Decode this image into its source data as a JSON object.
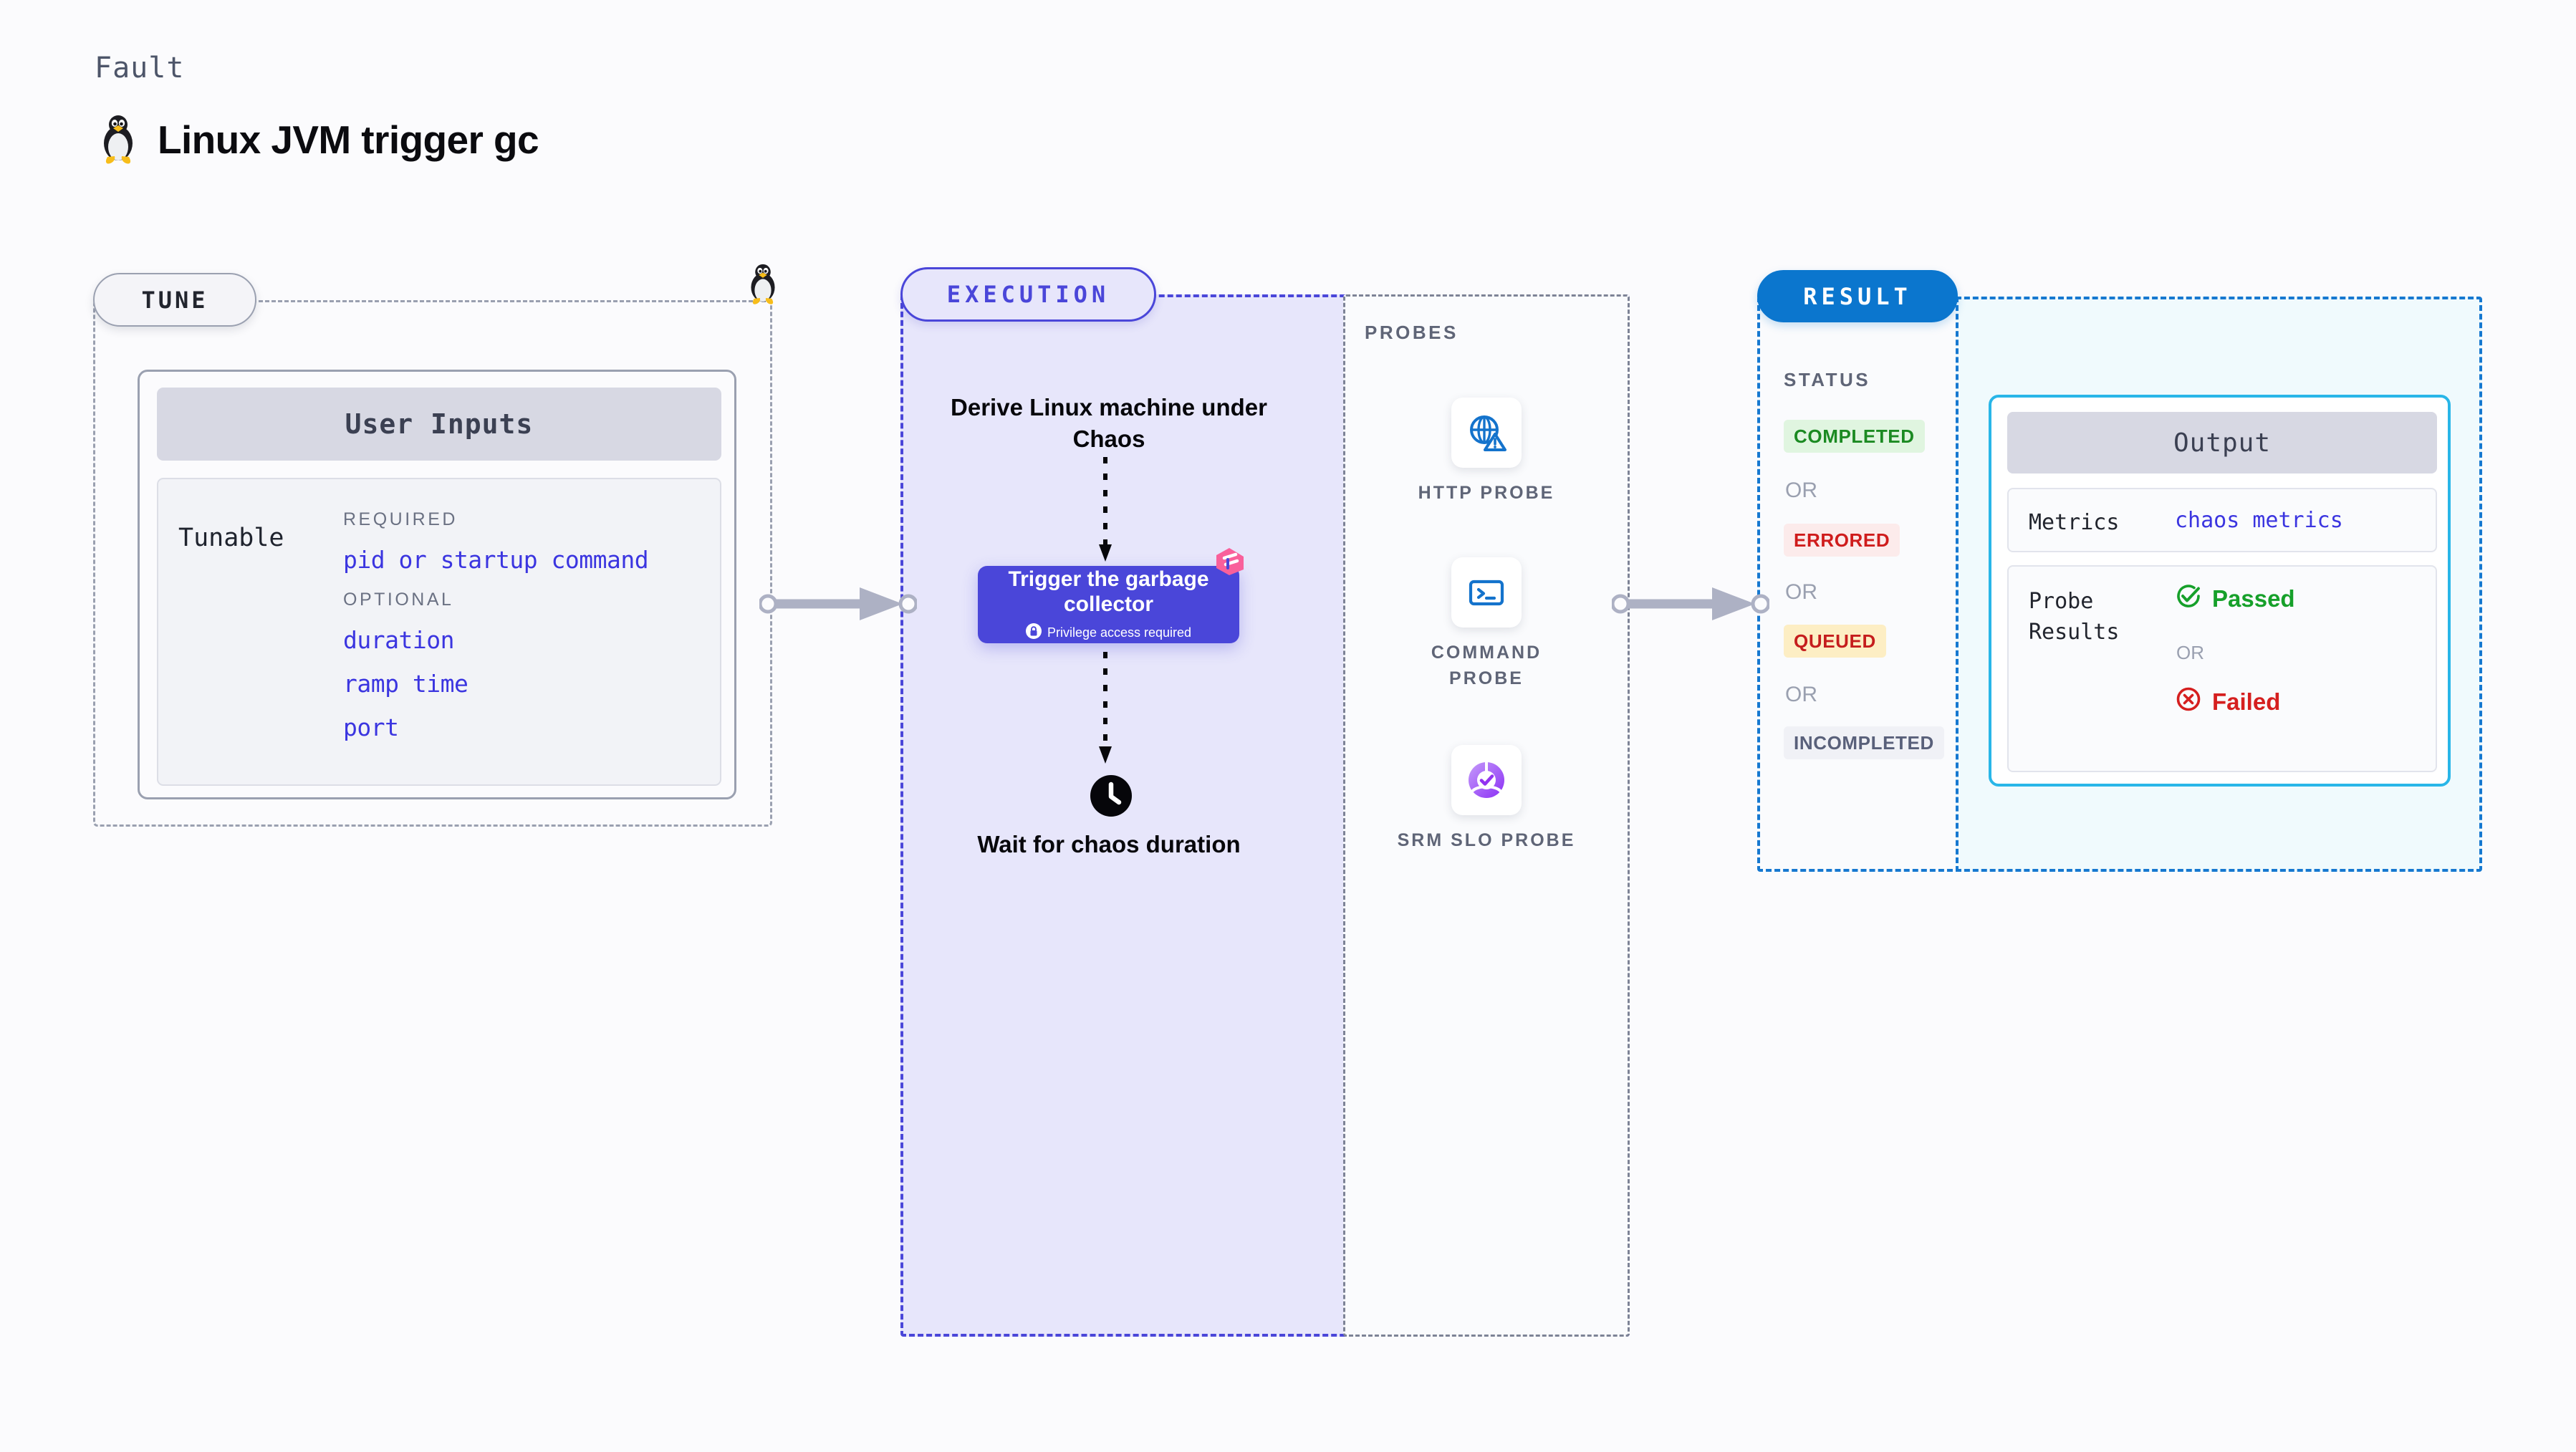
{
  "header": {
    "kicker": "Fault",
    "title": "Linux JVM trigger gc",
    "icon": "tux-penguin-icon"
  },
  "tune": {
    "pill_label": "TUNE",
    "edge_icon": "tux-penguin-icon",
    "card": {
      "title": "User Inputs",
      "row_label": "Tunable",
      "required_label": "REQUIRED",
      "required_items": [
        "pid or startup command"
      ],
      "optional_label": "OPTIONAL",
      "optional_items": [
        "duration",
        "ramp time",
        "port"
      ]
    }
  },
  "execution": {
    "pill_label": "EXECUTION",
    "step_derive": "Derive Linux machine under Chaos",
    "chaos_box": {
      "title": "Trigger the garbage collector",
      "subtitle": "Privilege access required",
      "lock_icon": "lock-icon",
      "corner_icon": "litmus-chaos-badge-icon"
    },
    "step_wait": "Wait for chaos duration",
    "clock_icon": "clock-icon"
  },
  "probes": {
    "section_label": "PROBES",
    "items": [
      {
        "label": "HTTP PROBE",
        "icon": "globe-warning-icon"
      },
      {
        "label": "COMMAND PROBE",
        "icon": "terminal-icon"
      },
      {
        "label": "SRM SLO PROBE",
        "icon": "slo-donut-check-icon"
      }
    ]
  },
  "result": {
    "pill_label": "RESULT",
    "status_label": "STATUS",
    "or_label": "OR",
    "statuses": [
      {
        "label": "COMPLETED",
        "bg": "#e0f5e0",
        "fg": "#1b8a22"
      },
      {
        "label": "ERRORED",
        "bg": "#fcebeb",
        "fg": "#cf1c1c"
      },
      {
        "label": "QUEUED",
        "bg": "#fdeec4",
        "fg": "#c51d1d"
      },
      {
        "label": "INCOMPLETED",
        "bg": "#f0f1f6",
        "fg": "#59607a"
      }
    ]
  },
  "output": {
    "title": "Output",
    "metrics_key": "Metrics",
    "metrics_value": "chaos metrics",
    "probe_key": "Probe Results",
    "or_label": "OR",
    "passed_label": "Passed",
    "failed_label": "Failed",
    "passed_icon": "check-circle-icon",
    "failed_icon": "x-circle-icon"
  },
  "colors": {
    "indigo": "#4a46d9",
    "blue": "#0b76ce",
    "cyan": "#29b6e8",
    "gray": "#9aa0b0",
    "pink": "#f9609b"
  }
}
